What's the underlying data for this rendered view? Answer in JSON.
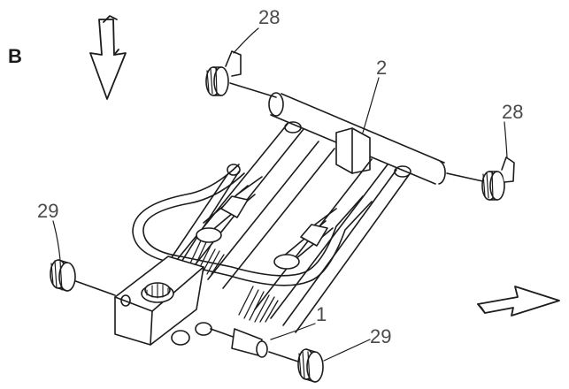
{
  "figure": {
    "panel_label": "B",
    "callouts": {
      "wheel_top": "28",
      "wheel_right": "28",
      "handle": "2",
      "frame": "1",
      "wheel_left": "29",
      "wheel_bottom": "29"
    },
    "arrows": {
      "down": "arrow-down-icon",
      "right": "arrow-right-icon"
    },
    "colors": {
      "line": "#1c1c1c",
      "label": "#4a4a4a",
      "background": "#ffffff"
    }
  }
}
